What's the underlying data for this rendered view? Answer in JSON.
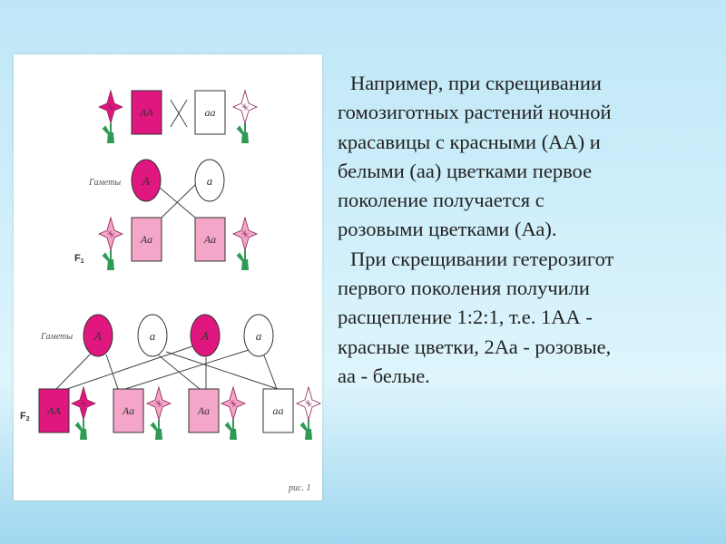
{
  "colors": {
    "red": "#e0177f",
    "pink": "#f4a6c8",
    "white": "#ffffff",
    "stem": "#2e9a55"
  },
  "diagram": {
    "parents": {
      "left": "AA",
      "right": "aa"
    },
    "gametes_label_1": "Гаметы",
    "gametes_1": [
      "A",
      "a"
    ],
    "f1_label": "F",
    "f1_sub": "1",
    "f1": [
      "Aa",
      "Aa"
    ],
    "gametes_label_2": "Гаметы",
    "gametes_2": [
      "A",
      "a",
      "A",
      "a"
    ],
    "f2_label": "F",
    "f2_sub": "2",
    "f2": [
      "AA",
      "Aa",
      "Aa",
      "aa"
    ],
    "caption": "рис. 1"
  },
  "text": {
    "lines": [
      "Например, при скрещивании",
      "гомозиготных растений ночной",
      "красавицы с красными (АА) и",
      "белыми (аа) цветками первое",
      "поколение получается с",
      "розовыми цветками (Аа).",
      "При скрещивании гетерозигот",
      "первого поколения получили",
      "расщепление 1:2:1, т.е. 1АА -",
      "красные цветки, 2Аа - розовые,",
      "аа - белые."
    ]
  }
}
